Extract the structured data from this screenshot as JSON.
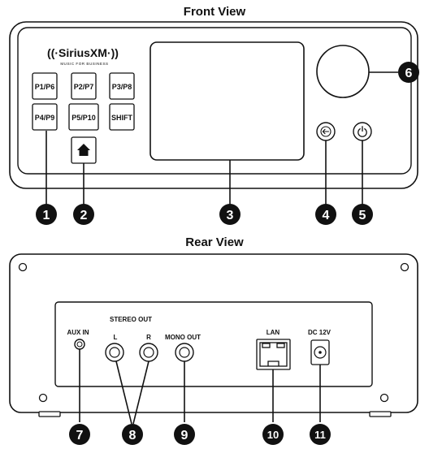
{
  "front_view": {
    "title": "Front View",
    "logo_text": "((·SiriusXM·))",
    "logo_subtext": "MUSIC FOR BUSINESS",
    "buttons": [
      "P1/P6",
      "P2/P7",
      "P3/P8",
      "P4/P9",
      "P5/P10",
      "SHIFT"
    ],
    "callouts": [
      "1",
      "2",
      "3",
      "4",
      "5",
      "6"
    ]
  },
  "rear_view": {
    "title": "Rear View",
    "labels": {
      "aux_in": "AUX IN",
      "stereo_out": "STEREO OUT",
      "left": "L",
      "right": "R",
      "mono_out": "MONO OUT",
      "lan": "LAN",
      "dc": "DC 12V"
    },
    "callouts": [
      "7",
      "8",
      "9",
      "10",
      "11"
    ]
  },
  "colors": {
    "ink": "#111111",
    "badge_text": "#ffffff",
    "background": "#ffffff"
  },
  "icons": {
    "home": "home-icon",
    "back": "back-arrow-icon",
    "power": "power-icon"
  }
}
